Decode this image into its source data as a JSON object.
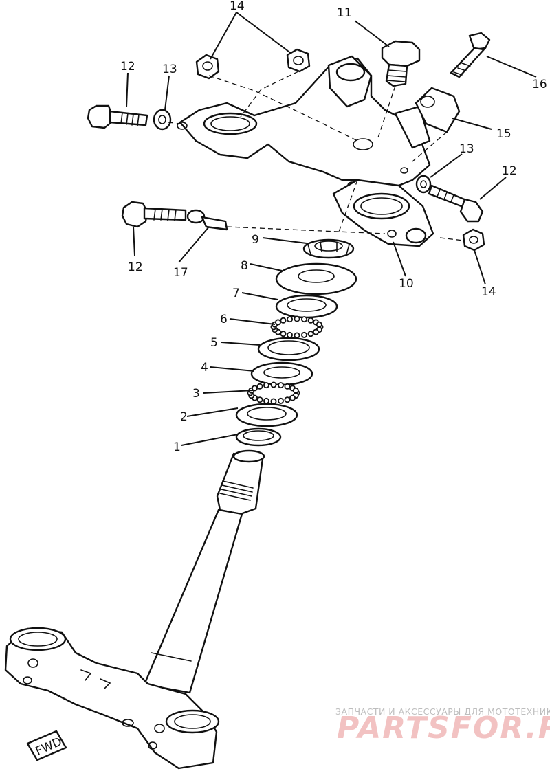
{
  "callouts": {
    "c1": "1",
    "c2": "2",
    "c3": "3",
    "c4": "4",
    "c5": "5",
    "c6": "6",
    "c7": "7",
    "c8": "8",
    "c9": "9",
    "c10": "10",
    "c11": "11",
    "c12a": "12",
    "c12b": "12",
    "c12c": "12",
    "c13a": "13",
    "c13b": "13",
    "c14a": "14",
    "c14b": "14",
    "c15": "15",
    "c16": "16",
    "c17": "17"
  },
  "fwd_marker": "FWD",
  "watermark": {
    "tagline": "ЗАПЧАСТИ И АКСЕССУАРЫ ДЛЯ МОТОТЕХНИКИ",
    "brand": "PARTSFOR.RU"
  }
}
